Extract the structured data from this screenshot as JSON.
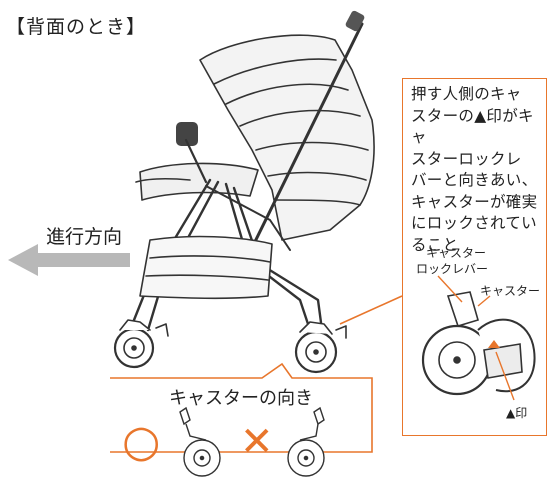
{
  "title": "【背面のとき】",
  "direction_label": "進行方向",
  "callout": {
    "lines": [
      "押す人側のキャ",
      "スターの▲印がキャ",
      "スターロックレ",
      "バーと向きあい、",
      "キャスターが確実",
      "にロックされてい",
      "ること"
    ],
    "lever_label_1": "キャスター",
    "lever_label_2": "ロックレバー",
    "caster_label": "キャスター",
    "mark_label": "▲印"
  },
  "bottom": {
    "title": "キャスターの向き",
    "ok_symbol": "○",
    "ng_symbol": "✕"
  },
  "colors": {
    "accent": "#e8762c",
    "arrow": "#b8b8b8",
    "line": "#333333"
  }
}
